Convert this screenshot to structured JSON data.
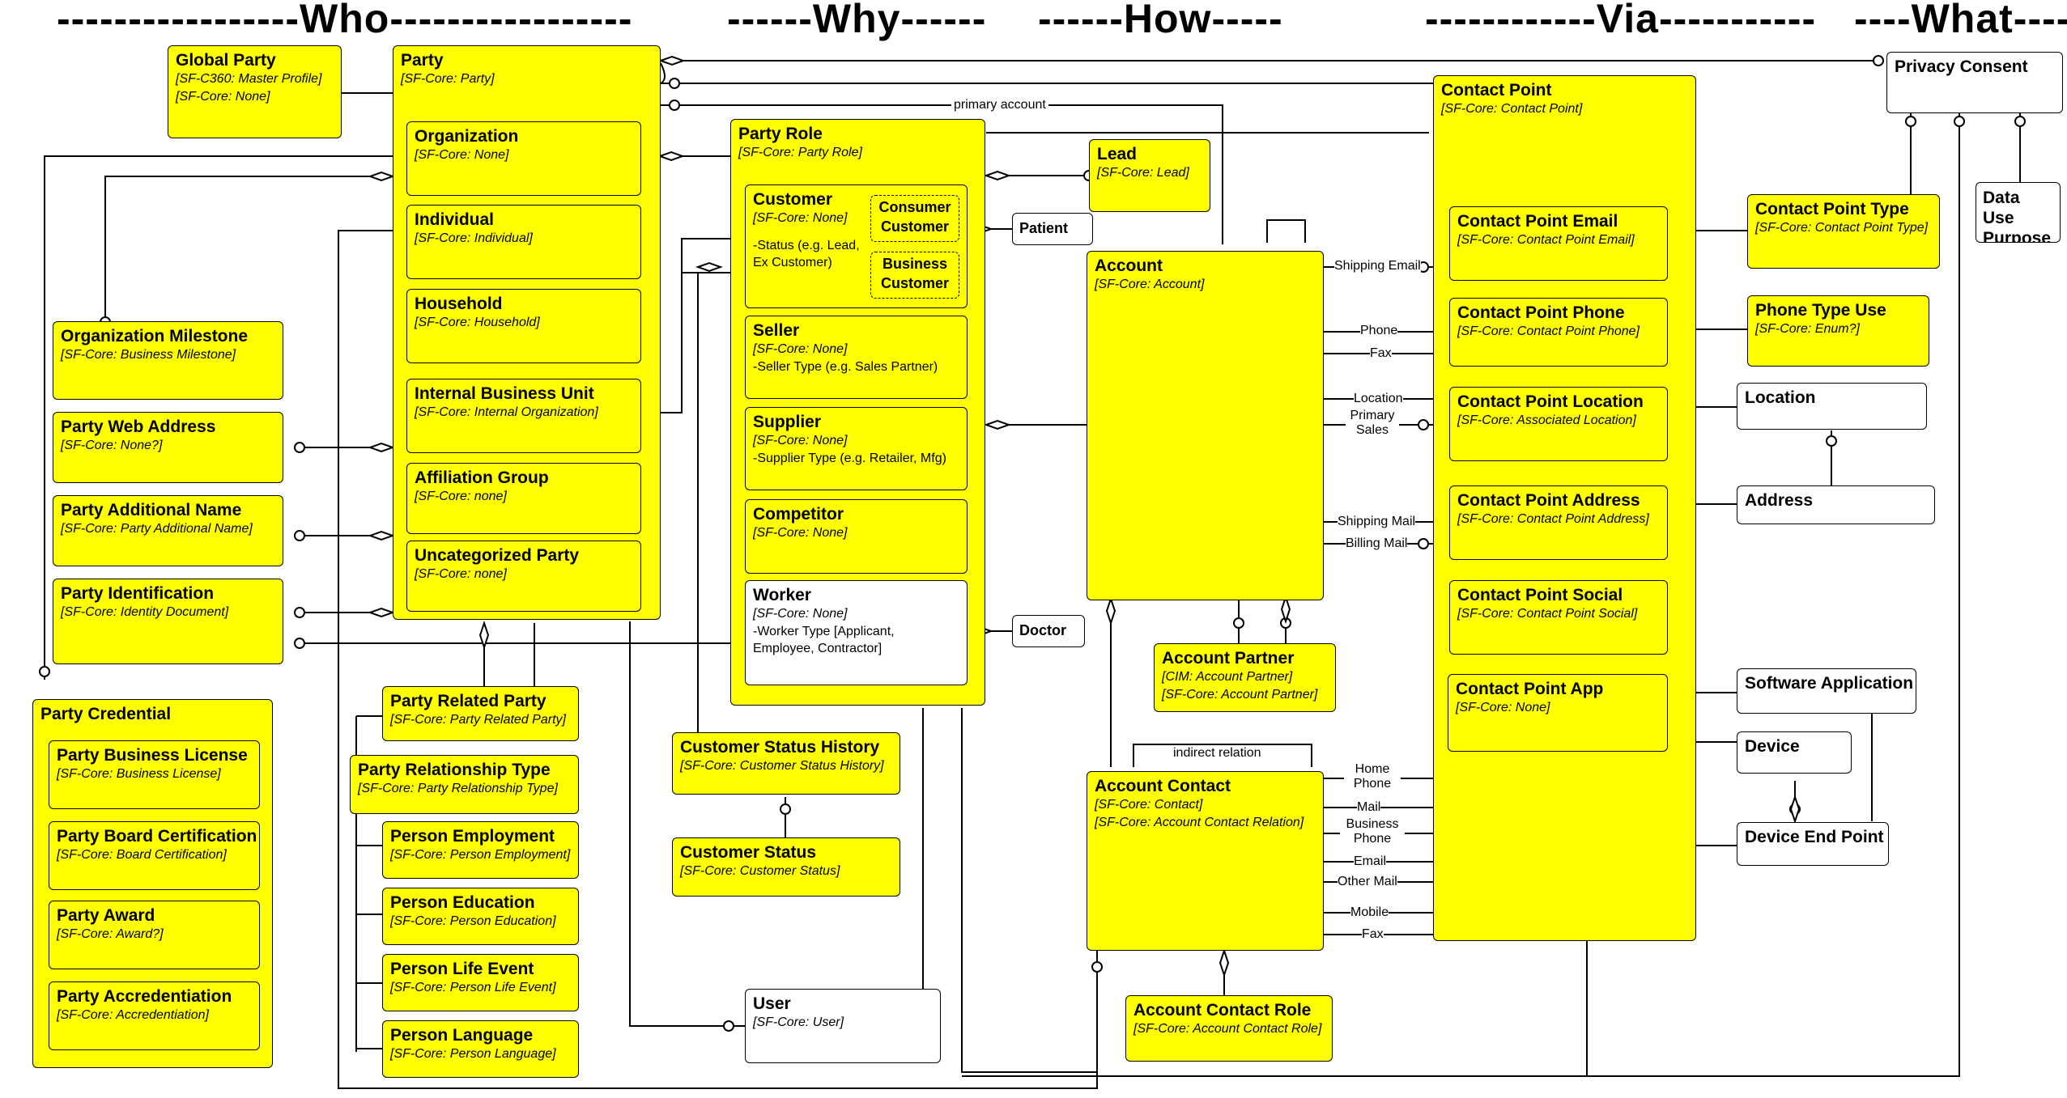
{
  "headers": {
    "who": "-----------------Who-----------------",
    "why": "------Why------",
    "how": "------How-----",
    "via": "------------Via-----------",
    "what": "----What----"
  },
  "entities": {
    "global_party": {
      "title": "Global Party",
      "subs": [
        "[SF-C360: Master Profile]",
        "[SF-Core: None]"
      ]
    },
    "party": {
      "title": "Party",
      "subs": [
        "[SF-Core: Party]"
      ]
    },
    "organization": {
      "title": "Organization",
      "subs": [
        "[SF-Core: None]"
      ]
    },
    "individual": {
      "title": "Individual",
      "subs": [
        "[SF-Core: Individual]"
      ]
    },
    "household": {
      "title": "Household",
      "subs": [
        "[SF-Core: Household]"
      ]
    },
    "internal_business_unit": {
      "title": "Internal Business Unit",
      "subs": [
        "[SF-Core: Internal Organization]"
      ]
    },
    "affiliation_group": {
      "title": "Affiliation Group",
      "subs": [
        "[SF-Core: none]"
      ]
    },
    "uncategorized_party": {
      "title": "Uncategorized Party",
      "subs": [
        "[SF-Core: none]"
      ]
    },
    "organization_milestone": {
      "title": "Organization Milestone",
      "subs": [
        "[SF-Core: Business Milestone]"
      ]
    },
    "party_web_address": {
      "title": "Party Web Address",
      "subs": [
        "[SF-Core: None?]"
      ]
    },
    "party_additional_name": {
      "title": "Party Additional Name",
      "subs": [
        "[SF-Core: Party Additional Name]"
      ]
    },
    "party_identification": {
      "title": "Party Identification",
      "subs": [
        "[SF-Core: Identity Document]"
      ]
    },
    "party_credential": {
      "title": "Party Credential"
    },
    "party_business_license": {
      "title": "Party Business License",
      "subs": [
        "[SF-Core: Business License]"
      ]
    },
    "party_board_certification": {
      "title": "Party Board Certification",
      "subs": [
        "[SF-Core: Board Certification]"
      ]
    },
    "party_award": {
      "title": "Party Award",
      "subs": [
        "[SF-Core: Award?]"
      ]
    },
    "party_accreditation": {
      "title": "Party Accredentiation",
      "subs": [
        "[SF-Core: Accredentiation]"
      ]
    },
    "party_related_party": {
      "title": "Party Related Party",
      "subs": [
        "[SF-Core: Party Related Party]"
      ]
    },
    "party_relationship_type": {
      "title": "Party Relationship Type",
      "subs": [
        "[SF-Core: Party Relationship Type]"
      ]
    },
    "person_employment": {
      "title": "Person Employment",
      "subs": [
        "[SF-Core: Person Employment]"
      ]
    },
    "person_education": {
      "title": "Person Education",
      "subs": [
        "[SF-Core: Person Education]"
      ]
    },
    "person_life_event": {
      "title": "Person Life Event",
      "subs": [
        "[SF-Core: Person Life Event]"
      ]
    },
    "person_language": {
      "title": "Person Language",
      "subs": [
        "[SF-Core: Person Language]"
      ]
    },
    "party_role": {
      "title": "Party Role",
      "subs": [
        "[SF-Core: Party Role]"
      ]
    },
    "customer": {
      "title": "Customer",
      "subs": [
        "[SF-Core: None]"
      ],
      "notes": [
        "-Status (e.g. Lead,",
        "Ex Customer)"
      ]
    },
    "consumer_customer": {
      "title": "Consumer Customer"
    },
    "business_customer": {
      "title": "Business Customer"
    },
    "seller": {
      "title": "Seller",
      "subs": [
        "[SF-Core: None]"
      ],
      "notes": [
        "-Seller Type (e.g. Sales Partner)"
      ]
    },
    "supplier": {
      "title": "Supplier",
      "subs": [
        "[SF-Core: None]"
      ],
      "notes": [
        "-Supplier Type (e.g. Retailer, Mfg)"
      ]
    },
    "competitor": {
      "title": "Competitor",
      "subs": [
        "[SF-Core: None]"
      ]
    },
    "worker": {
      "title": "Worker",
      "subs": [
        "[SF-Core: None]"
      ],
      "notes": [
        "-Worker Type [Applicant,",
        "Employee, Contractor]"
      ]
    },
    "patient": {
      "title": "Patient"
    },
    "doctor": {
      "title": "Doctor"
    },
    "customer_status_history": {
      "title": "Customer Status History",
      "subs": [
        "[SF-Core: Customer Status History]"
      ]
    },
    "customer_status": {
      "title": "Customer Status",
      "subs": [
        "[SF-Core: Customer Status]"
      ]
    },
    "user": {
      "title": "User",
      "subs": [
        "[SF-Core: User]"
      ]
    },
    "lead": {
      "title": "Lead",
      "subs": [
        "[SF-Core: Lead]"
      ]
    },
    "account": {
      "title": "Account",
      "subs": [
        "[SF-Core: Account]"
      ]
    },
    "account_partner": {
      "title": "Account Partner",
      "subs": [
        "[CIM: Account Partner]",
        "[SF-Core: Account Partner]"
      ]
    },
    "account_contact": {
      "title": "Account Contact",
      "subs": [
        "[SF-Core: Contact]",
        "[SF-Core: Account Contact Relation]"
      ]
    },
    "account_contact_role": {
      "title": "Account Contact Role",
      "subs": [
        "[SF-Core: Account Contact Role]"
      ]
    },
    "contact_point": {
      "title": "Contact Point",
      "subs": [
        "[SF-Core: Contact Point]"
      ]
    },
    "contact_point_email": {
      "title": "Contact Point Email",
      "subs": [
        "[SF-Core: Contact Point Email]"
      ]
    },
    "contact_point_phone": {
      "title": "Contact Point Phone",
      "subs": [
        "[SF-Core: Contact Point Phone]"
      ]
    },
    "contact_point_location": {
      "title": "Contact Point Location",
      "subs": [
        "[SF-Core: Associated Location]"
      ]
    },
    "contact_point_address": {
      "title": "Contact Point Address",
      "subs": [
        "[SF-Core: Contact Point Address]"
      ]
    },
    "contact_point_social": {
      "title": "Contact Point Social",
      "subs": [
        "[SF-Core: Contact Point Social]"
      ]
    },
    "contact_point_app": {
      "title": "Contact Point App",
      "subs": [
        "[SF-Core: None]"
      ]
    },
    "privacy_consent": {
      "title": "Privacy Consent"
    },
    "data_use_purpose": {
      "title": "Data Use Purpose"
    },
    "contact_point_type": {
      "title": "Contact Point Type",
      "subs": [
        "[SF-Core: Contact Point Type]"
      ]
    },
    "phone_type_use": {
      "title": "Phone Type Use",
      "subs": [
        "[SF-Core: Enum?]"
      ]
    },
    "location": {
      "title": "Location"
    },
    "address": {
      "title": "Address"
    },
    "software_application": {
      "title": "Software Application"
    },
    "device": {
      "title": "Device"
    },
    "device_end_point": {
      "title": "Device End Point"
    }
  },
  "labels": {
    "primary_account": "primary account",
    "shipping_email": "Shipping Email",
    "phone": "Phone",
    "fax": "Fax",
    "location": "Location",
    "primary_sales": "Primary\nSales",
    "shipping_mail": "Shipping Mail",
    "billing_mail": "Billing Mail",
    "indirect_relation": "indirect relation",
    "home_phone": "Home\nPhone",
    "mail": "Mail",
    "business_phone": "Business\nPhone",
    "email": "Email",
    "other_mail": "Other Mail",
    "mobile": "Mobile",
    "contact_fax": "Fax"
  }
}
